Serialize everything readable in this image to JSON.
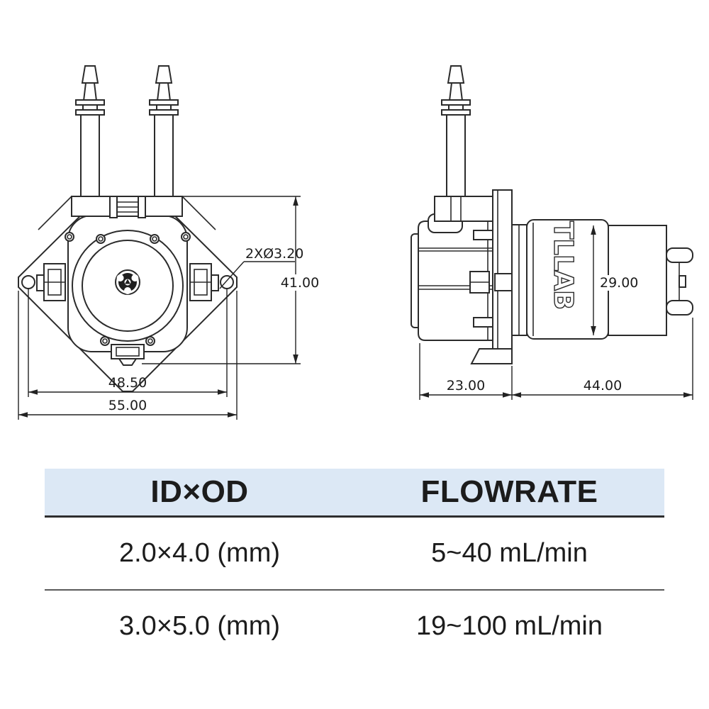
{
  "drawing": {
    "front_view": {
      "width_label": "55.00",
      "hole_spacing_label": "48.50",
      "height_label": "41.00",
      "hole_callout": "2XØ3.20"
    },
    "side_view": {
      "head_depth_label": "23.00",
      "motor_length_label": "44.00",
      "motor_height_label": "29.00",
      "motor_brand_label": "TLLAB"
    }
  },
  "spec_table": {
    "header_bg": "#dce8f5",
    "divider_color": "#5a5a5a",
    "columns": [
      "ID×OD",
      "FLOWRATE"
    ],
    "rows": [
      {
        "id_od": "2.0×4.0 (mm)",
        "flowrate": "5~40 mL/min"
      },
      {
        "id_od": "3.0×5.0 (mm)",
        "flowrate": "19~100 mL/min"
      }
    ]
  }
}
